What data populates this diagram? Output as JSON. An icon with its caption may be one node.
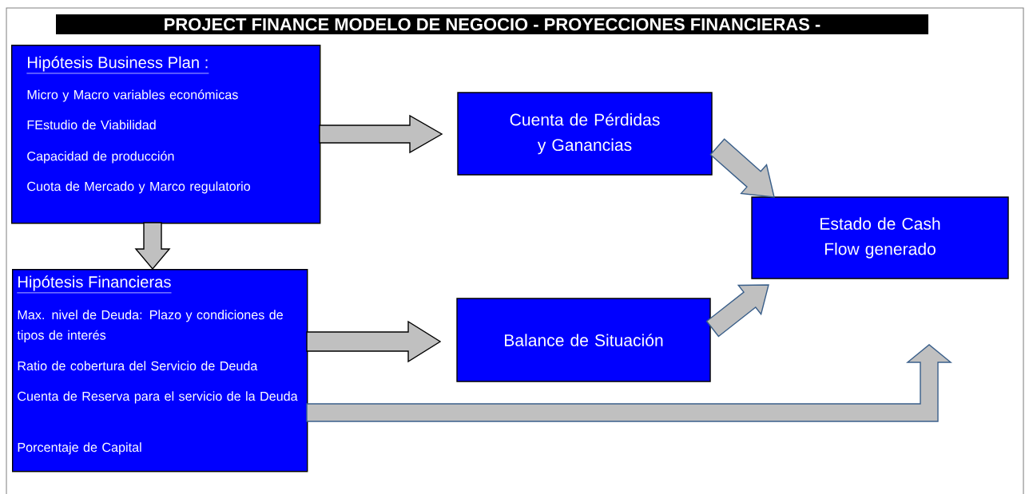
{
  "diagram": {
    "title": "PROJECT FINANCE MODELO DE NEGOCIO - PROYECCIONES FINANCIERAS -",
    "nodes": [
      {
        "text": [
          "Hipótesis Business Plan :",
          "Micro y Macro variables económicas",
          "FEstudio de Viabilidad",
          "Capacidad de producción",
          "Cuota de Mercado y Marco regulatorio"
        ]
      },
      {
        "text": [
          "Hipótesis Financieras",
          "Max. nivel de Deuda: Plazo y condiciones de tipos de interés",
          "Ratio de cobertura del Servicio de Deuda",
          "Cuenta de Reserva para el servicio de la Deuda",
          "Porcentaje de Capital"
        ]
      },
      {
        "text": [
          "Cuenta de Pérdidas y Ganancias"
        ]
      },
      {
        "text": [
          "Balance de Situación"
        ]
      },
      {
        "text": [
          "Estado de Cash Flow generado"
        ]
      }
    ],
    "edges": [
      {
        "from": 0,
        "to": 2,
        "arrow": "to"
      },
      {
        "from": 0,
        "to": 1,
        "arrow": "to"
      },
      {
        "from": 1,
        "to": 3,
        "arrow": "to"
      },
      {
        "from": 2,
        "to": 4,
        "arrow": "to",
        "color": "#3a5f8a"
      },
      {
        "from": 3,
        "to": 4,
        "arrow": "to",
        "color": "#3a5f8a"
      },
      {
        "from": 1,
        "to": 4,
        "arrow": "to",
        "color": "#3a5f8a"
      }
    ]
  }
}
